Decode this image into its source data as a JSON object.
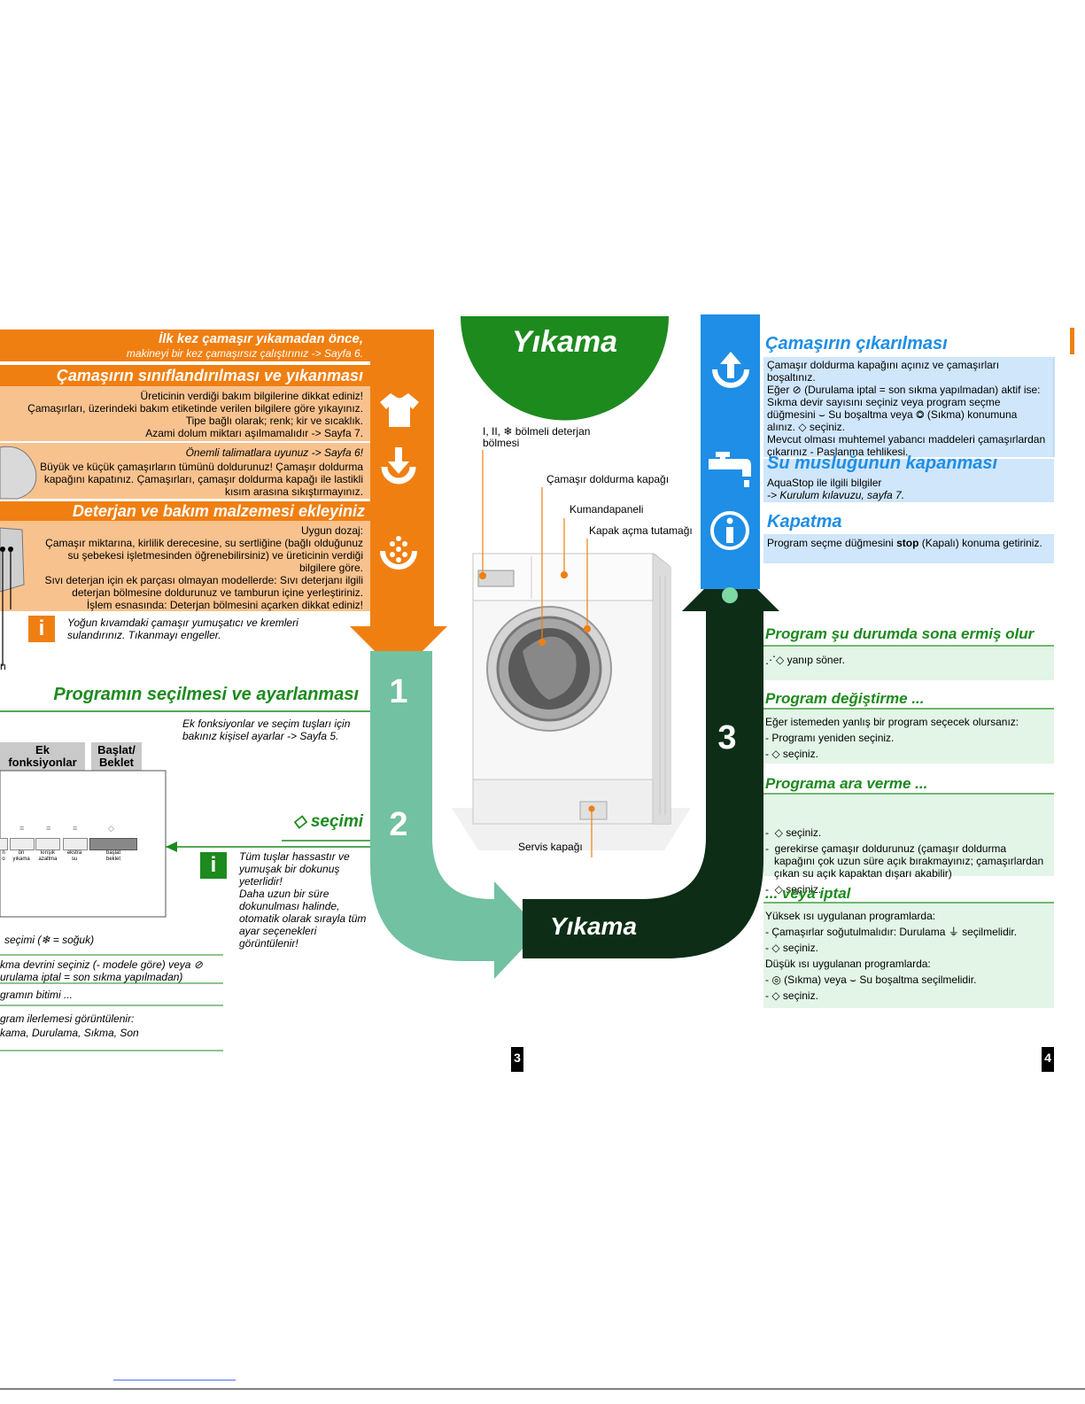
{
  "main_title": "Yıkama",
  "step1_number": "1",
  "step2_number": "2",
  "step3_number": "3",
  "bottom_title": "Yıkama",
  "left": {
    "intro_line1": "İlk kez çamaşır yıkamadan önce,",
    "intro_line2": "makineyi bir kez çamaşırsız çalıştırınız -> Sayfa 6.",
    "sort_title": "Çamaşırın sınıflandırılması ve yıkanması",
    "sort_lines": [
      "Üreticinin verdiği bakım bilgilerine dikkat ediniz!",
      "Çamaşırları, üzerindeki bakım etiketinde verilen bilgilere göre yıkayınız.",
      "Tipe bağlı olarak; renk; kir ve sıcaklık.",
      "Azami dolum miktarı aşılmamalıdır -> Sayfa 7."
    ],
    "load_note": "Önemli talimatlara uyunuz -> Sayfa 6!",
    "load_lines": [
      "Büyük ve küçük çamaşırların tümünü doldurunuz! Çamaşır doldurma",
      "kapağını kapatınız. Çamaşırları, çamaşır doldurma kapağı ile lastikli",
      "kısım arasına sıkıştırmayınız."
    ],
    "detergent_title": "Deterjan ve bakım malzemesi ekleyiniz",
    "detergent_lines": [
      "Uygun dozaj:",
      "Çamaşır miktarına, kirlilik derecesine, su sertliğine (bağlı olduğunuz",
      "su şebekesi işletmesinden öğrenebilirsiniz) ve üreticinin verdiği",
      "bilgilere göre.",
      "Sıvı deterjan için ek parçası olmayan modellerde: Sıvı deterjanı ilgili",
      "deterjan bölmesine doldurunuz ve tamburun içine yerleştiriniz.",
      "İşlem esnasında: Deterjan bölmesini açarken dikkat ediniz!"
    ],
    "softener_note_lines": [
      "Yoğun kıvamdaki çamaşır yumuşatıcı ve kremleri",
      "sulandırınız. Tıkanmayı engeller."
    ],
    "edge_char": "n",
    "program_title": "Programın seçilmesi ve ayarlanması",
    "program_note_lines": [
      "Ek fonksiyonlar ve seçim tuşları için",
      "bakınız kişisel ayarlar -> Sayfa 5."
    ],
    "tab_ek_line1": "Ek",
    "tab_ek_line2": "fonksiyonlar",
    "tab_baslat_line1": "Başlat/",
    "tab_baslat_line2": "Beklet",
    "buttons": [
      {
        "l1": "n",
        "l2": "o"
      },
      {
        "l1": "ön",
        "l2": "yıkama"
      },
      {
        "l1": "kırışık",
        "l2": "azaltma"
      },
      {
        "l1": "ekstra",
        "l2": "su"
      },
      {
        "l1": "başlat",
        "l2": "beklet"
      }
    ],
    "select_title": "seçimi",
    "touch_note_lines": [
      "Tüm tuşlar hassastır ve",
      "yumuşak bir dokunuş",
      "yeterlidir!",
      "Daha uzun bir süre",
      "dokunulması halinde,",
      "otomatik olarak sırayla tüm",
      "ayar seçenekleri",
      "görüntülenir!"
    ],
    "temp_line": "seçimi (❄ = soğuk)",
    "spin_line1": "kma devrini seçiniz (- modele göre) veya ⊘",
    "spin_line2": "urulama iptal = son sıkma yapılmadan)",
    "end_line": "gramın bitimi ...",
    "progress_line1": "gram ilerlemesi görüntülenir:",
    "progress_line2": "kama, Durulama, Sıkma, Son",
    "page_number": "3"
  },
  "center": {
    "label_dispenser_line1": "I, II, ❄ bölmeli deterjan",
    "label_dispenser_line2": "bölmesi",
    "label_door": "Çamaşır doldurma kapağı",
    "label_panel": "Kumandapaneli",
    "label_handle": "Kapak açma tutamağı",
    "label_service": "Servis kapağı"
  },
  "right": {
    "unload_title": "Çamaşırın çıkarılması",
    "unload_lines": [
      "Çamaşır doldurma kapağını açınız ve çamaşırları",
      "boşaltınız.",
      "Eğer ⊘ (Durulama iptal = son sıkma yapılmadan) aktif ise:",
      "Sıkma devir sayısını seçiniz veya program seçme",
      "düğmesini ⌣ Su boşaltma veya ◎ (Sıkma) konumuna",
      "alınız. ◇ seçiniz.",
      "Mevcut olması muhtemel yabancı maddeleri çamaşırlardan",
      "çıkarınız - Paslanma tehlikesi."
    ],
    "tap_title": "Su musluğunun kapanması",
    "tap_line1": "AquaStop ile ilgili bilgiler",
    "tap_line2": "-> Kurulum kılavuzu, sayfa 7.",
    "off_title": "Kapatma",
    "off_line_pre": "Program seçme düğmesini ",
    "off_line_bold": "stop",
    "off_line_post": " (Kapalı) konuma getiriniz.",
    "ended_title": "Program şu durumda sona ermiş olur",
    "ended_line": "⋰◇ yanıp söner.",
    "change_title": "Program değiştirme ...",
    "change_lines": [
      "Eğer istemeden yanlış bir program seçecek olursanız:",
      "-  Programı yeniden seçiniz.",
      "-  ◇ seçiniz."
    ],
    "pause_title": "Programa ara verme ...",
    "pause_lines": [
      "-  ◇ seçiniz.",
      "-  gerekirse çamaşır doldurunuz (çamaşır doldurma",
      "   kapağını çok uzun süre açık bırakmayınız; çamaşırlardan",
      "   çıkan su açık kapaktan dışarı akabilir)",
      "-  ◇ seçiniz."
    ],
    "cancel_title": "... veya iptal",
    "cancel_lines": [
      "Yüksek ısı uygulanan programlarda:",
      "-  Çamaşırlar soğutulmalıdır: Durulama ⏚ seçilmelidir.",
      "-  ◇ seçiniz.",
      "Düşük ısı uygulanan programlarda:",
      "-  ◎ (Sıkma) veya ⌣ Su boşaltma seçilmelidir.",
      "-  ◇ seçiniz."
    ],
    "page_number": "4"
  },
  "colors": {
    "orange": "#f07f12",
    "light_orange": "#f8c28e",
    "green": "#1d8a1e",
    "teal": "#71c1a2",
    "dark_green": "#0d2d17",
    "blue": "#1e8ee6",
    "light_blue": "#cfe6fb",
    "light_green": "#e2f5e6"
  }
}
